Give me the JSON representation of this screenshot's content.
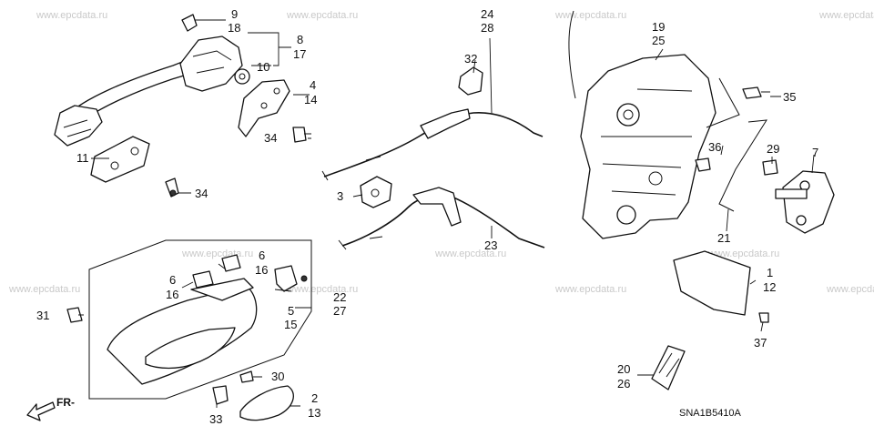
{
  "watermark": "www.epcdata.ru",
  "diagram_code": "SNA1B5410A",
  "direction_label": "FR-",
  "callouts": {
    "c9": "9",
    "c18": "18",
    "c8": "8",
    "c17": "17",
    "c10": "10",
    "c4": "4",
    "c14": "14",
    "c34a": "34",
    "c11": "11",
    "c34b": "34",
    "c24": "24",
    "c28": "28",
    "c32": "32",
    "c3": "3",
    "c23": "23",
    "c19": "19",
    "c25": "25",
    "c35": "35",
    "c36": "36",
    "c29": "29",
    "c7": "7",
    "c21": "21",
    "c6a": "6",
    "c16a": "16",
    "c6b": "6",
    "c16b": "16",
    "c22": "22",
    "c27": "27",
    "c5": "5",
    "c15": "15",
    "c31": "31",
    "c30": "30",
    "c33": "33",
    "c2": "2",
    "c13": "13",
    "c1": "1",
    "c12": "12",
    "c37": "37",
    "c20": "20",
    "c26": "26"
  }
}
